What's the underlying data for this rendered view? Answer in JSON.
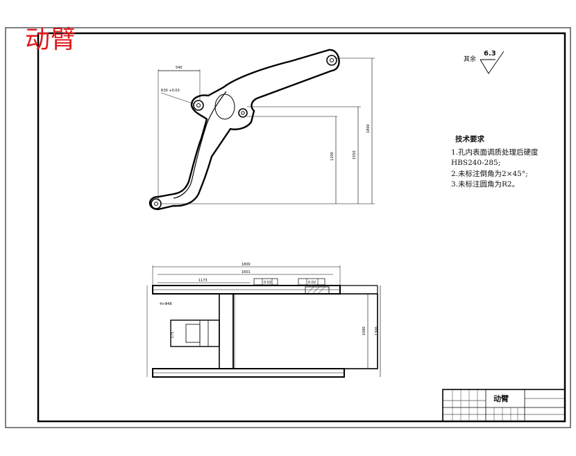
{
  "drawing": {
    "part_name": "动臂",
    "title_block_name": "动臂",
    "surface_roughness": {
      "label": "其余",
      "value": "6.3"
    },
    "technical_requirements": {
      "heading": "技术要求",
      "items": [
        "1.孔内表面调质处理后硬度",
        "HBS240-285;",
        "2.未标注倒角为2×45°;",
        "3.未标注圆角为R2。"
      ]
    },
    "colors": {
      "title_mark": "#e0191c",
      "line": "#000000"
    }
  }
}
